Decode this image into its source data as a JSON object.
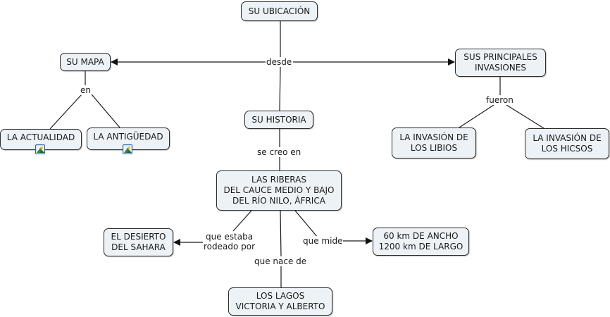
{
  "concept_map": {
    "nodes": {
      "su_ubicacion": {
        "lines": [
          "SU UBICACIÓN"
        ]
      },
      "su_mapa": {
        "lines": [
          "SU MAPA"
        ]
      },
      "la_actualidad": {
        "lines": [
          "LA ACTUALIDAD"
        ],
        "icon": "image-icon"
      },
      "la_antiguedad": {
        "lines": [
          "LA ANTIGÜEDAD"
        ],
        "icon": "image-icon"
      },
      "su_historia": {
        "lines": [
          "SU HISTORIA"
        ]
      },
      "sus_principales_invasiones": {
        "lines": [
          "SUS PRINCIPALES",
          "INVASIONES"
        ]
      },
      "invasion_libios": {
        "lines": [
          "LA INVASIÓN DE",
          "LOS LIBIOS"
        ]
      },
      "invasion_hicsos": {
        "lines": [
          "LA INVASIÓN DE",
          "LOS HICSOS"
        ]
      },
      "las_riberas": {
        "lines": [
          "LAS RIBERAS",
          "DEL CAUCE MEDIO Y BAJO",
          "DEL RÍO NILO, ÁFRICA"
        ]
      },
      "desierto_sahara": {
        "lines": [
          "EL DESIERTO",
          "DEL SAHARA"
        ]
      },
      "medidas": {
        "lines": [
          "60 km DE ANCHO",
          "1200 km DE LARGO"
        ]
      },
      "los_lagos": {
        "lines": [
          "LOS LAGOS",
          "VICTORIA Y ALBERTO"
        ]
      }
    },
    "link_labels": {
      "desde": {
        "lines": [
          "desde"
        ]
      },
      "en": {
        "lines": [
          "en"
        ]
      },
      "fueron": {
        "lines": [
          "fueron"
        ]
      },
      "se_creo_en": {
        "lines": [
          "se creo en"
        ]
      },
      "que_estaba_rodeado_por": {
        "lines": [
          "que estaba",
          "rodeado por"
        ]
      },
      "que_mide": {
        "lines": [
          "que mide"
        ]
      },
      "que_nace_de": {
        "lines": [
          "que nace de"
        ]
      }
    },
    "connections": [
      {
        "from": "su_ubicacion",
        "via": "desde",
        "to": "su_mapa",
        "arrow": true
      },
      {
        "from": "su_ubicacion",
        "via": "desde",
        "to": "sus_principales_invasiones",
        "arrow": true
      },
      {
        "from": "su_ubicacion",
        "via": "desde",
        "to": "su_historia",
        "arrow": false
      },
      {
        "from": "su_mapa",
        "via": "en",
        "to": "la_actualidad",
        "arrow": false
      },
      {
        "from": "su_mapa",
        "via": "en",
        "to": "la_antiguedad",
        "arrow": false
      },
      {
        "from": "sus_principales_invasiones",
        "via": "fueron",
        "to": "invasion_libios",
        "arrow": false
      },
      {
        "from": "sus_principales_invasiones",
        "via": "fueron",
        "to": "invasion_hicsos",
        "arrow": false
      },
      {
        "from": "su_historia",
        "via": "se_creo_en",
        "to": "las_riberas",
        "arrow": false
      },
      {
        "from": "las_riberas",
        "via": "que_estaba_rodeado_por",
        "to": "desierto_sahara",
        "arrow": true
      },
      {
        "from": "las_riberas",
        "via": "que_mide",
        "to": "medidas",
        "arrow": true
      },
      {
        "from": "las_riberas",
        "via": "que_nace_de",
        "to": "los_lagos",
        "arrow": false
      }
    ]
  }
}
